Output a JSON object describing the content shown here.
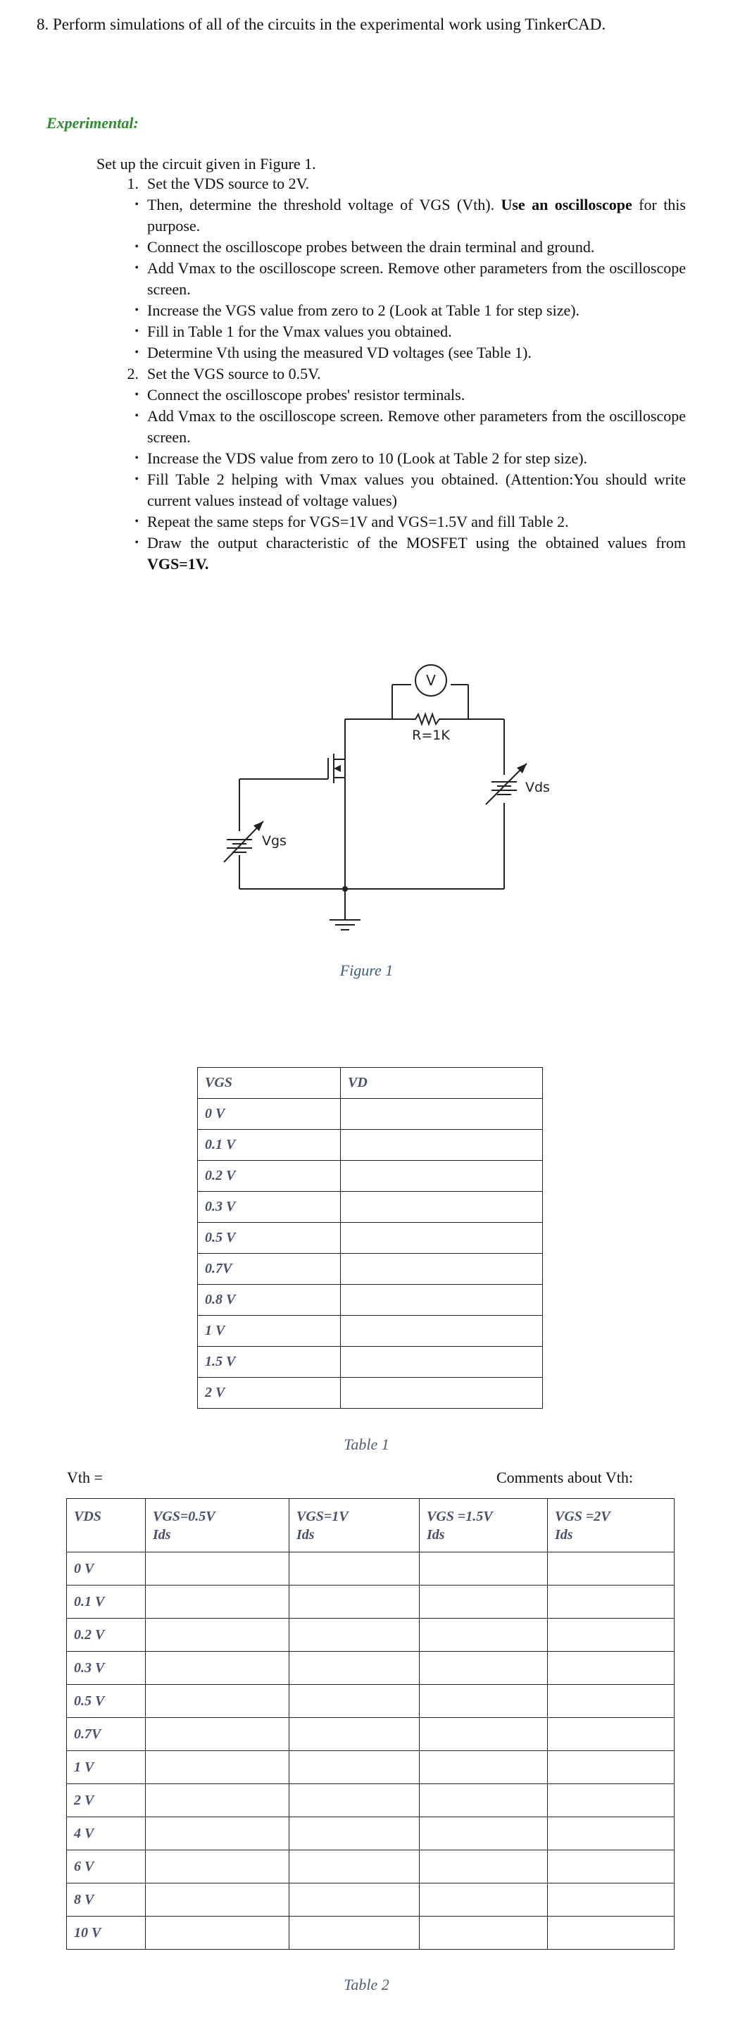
{
  "item8": "8.   Perform simulations of all of the circuits in the experimental work using TinkerCAD.",
  "heading": "Experimental:",
  "setup": "Set up the circuit given in Figure 1.",
  "steps": [
    {
      "marker": "1.",
      "text": "Set the VDS source to 2V."
    },
    {
      "marker": "•",
      "text": "Then, determine the threshold voltage  of VGS (Vth). ",
      "bold": "Use an oscilloscope",
      "tail": " for this purpose."
    },
    {
      "marker": "•",
      "text": "Connect the oscilloscope probes between the drain terminal and ground."
    },
    {
      "marker": "•",
      "text": "Add Vmax to the oscilloscope screen. Remove other parameters from the oscilloscope screen."
    },
    {
      "marker": "•",
      "text": "Increase the VGS value from zero to 2 (Look at Table 1 for step size)."
    },
    {
      "marker": "•",
      "text": "Fill in Table 1 for the Vmax values you obtained."
    },
    {
      "marker": "•",
      "text": "Determine Vth using the measured VD voltages (see Table 1)."
    },
    {
      "marker": "2.",
      "text": "Set the VGS source to 0.5V."
    },
    {
      "marker": "•",
      "text": "Connect the oscilloscope probes' resistor terminals."
    },
    {
      "marker": "•",
      "text": "Add Vmax to the oscilloscope screen. Remove other parameters from the oscilloscope screen."
    },
    {
      "marker": "•",
      "text": "Increase the VDS value from zero to 10 (Look at Table 2 for step size)."
    },
    {
      "marker": "•",
      "text": "Fill Table 2 helping with Vmax values you obtained. (Attention:You should write current values instead of voltage values)"
    },
    {
      "marker": "•",
      "text": "Repeat the same steps for VGS=1V and VGS=1.5V and fill Table 2."
    },
    {
      "marker": "•",
      "text": "Draw the output characteristic of the MOSFET using the obtained values from ",
      "bold": "VGS=1V.",
      "tail": ""
    }
  ],
  "figure": {
    "meter_label": "V",
    "resistor_label": "R=1K",
    "vds_label": "Vds",
    "vgs_label": "Vgs",
    "caption": "Figure 1"
  },
  "table1": {
    "headers": [
      "VGS",
      "VD"
    ],
    "rows": [
      "0 V",
      "0.1 V",
      "0.2 V",
      "0.3 V",
      "0.5 V",
      "0.7V",
      "0.8 V",
      "1 V",
      "1.5 V",
      "2 V"
    ],
    "caption": "Table 1"
  },
  "vth_label": "Vth =",
  "comments_label": "Comments about Vth:",
  "table2": {
    "headers": [
      {
        "line1": "VDS",
        "line2": ""
      },
      {
        "line1": "VGS=0.5V",
        "line2": "Ids"
      },
      {
        "line1": "VGS=1V",
        "line2": "Ids"
      },
      {
        "line1": "VGS =1.5V",
        "line2": "Ids"
      },
      {
        "line1": "VGS =2V",
        "line2": "Ids"
      }
    ],
    "rows": [
      "0 V",
      "0.1 V",
      "0.2 V",
      "0.3 V",
      "0.5 V",
      "0.7V",
      "1 V",
      "2 V",
      "4 V",
      "6 V",
      "8 V",
      "10 V"
    ],
    "caption": "Table 2"
  }
}
